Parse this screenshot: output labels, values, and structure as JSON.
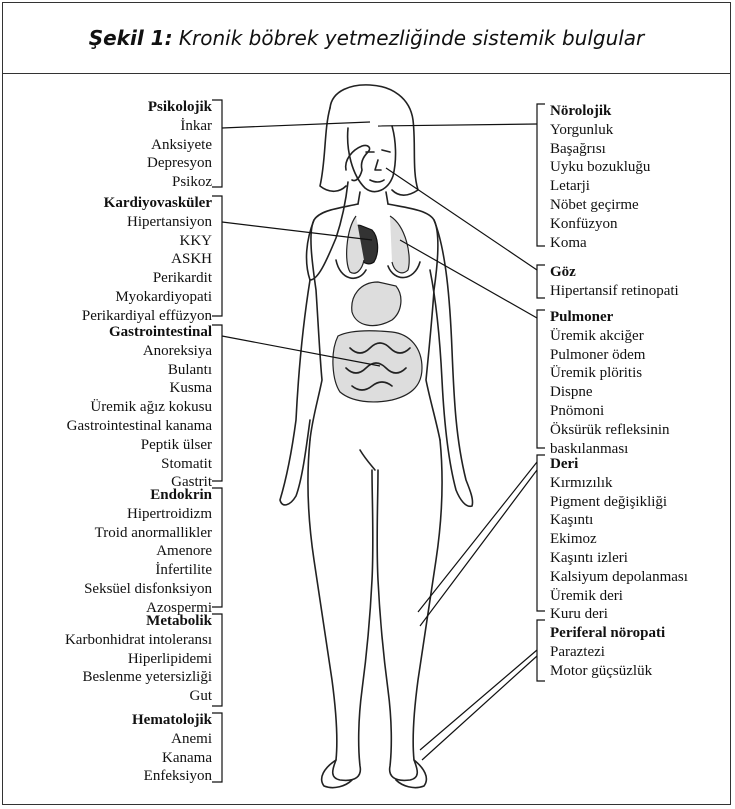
{
  "caption": {
    "label": "Şekil 1:",
    "text": "Kronik böbrek yetmezliğinde sistemik bulgular"
  },
  "left": [
    {
      "title": "Psikolojik",
      "items": [
        "İnkar",
        "Anksiyete",
        "Depresyon",
        "Psikoz"
      ]
    },
    {
      "title": "Kardiyovasküler",
      "items": [
        "Hipertansiyon",
        "KKY",
        "ASKH",
        "Perikardit",
        "Myokardiyopati",
        "Perikardiyal effüzyon"
      ]
    },
    {
      "title": "Gastrointestinal",
      "items": [
        "Anoreksiya",
        "Bulantı",
        "Kusma",
        "Üremik ağız kokusu",
        "Gastrointestinal kanama",
        "Peptik ülser",
        "Stomatit",
        "Gastrit"
      ]
    },
    {
      "title": "Endokrin",
      "items": [
        "Hipertroidizm",
        "Troid anormallikler",
        "Amenore",
        "İnfertilite",
        "Seksüel disfonksiyon",
        "Azospermi"
      ]
    },
    {
      "title": "Metabolik",
      "items": [
        "Karbonhidrat intoleransı",
        "Hiperlipidemi",
        "Beslenme yetersizliği",
        "Gut"
      ]
    },
    {
      "title": "Hematolojik",
      "items": [
        "Anemi",
        "Kanama",
        "Enfeksiyon"
      ]
    }
  ],
  "right": [
    {
      "title": "Nörolojik",
      "items": [
        "Yorgunluk",
        "Başağrısı",
        "Uyku bozukluğu",
        "Letarji",
        "Nöbet geçirme",
        "Konfüzyon",
        "Koma"
      ]
    },
    {
      "title": "Göz",
      "items": [
        "Hipertansif retinopati"
      ]
    },
    {
      "title": "Pulmoner",
      "items": [
        "Üremik akciğer",
        "Pulmoner ödem",
        "Üremik plöritis",
        "Dispne",
        "Pnömoni",
        "Öksürük refleksinin",
        "baskılanması"
      ]
    },
    {
      "title": "Deri",
      "items": [
        "Kırmızılık",
        "Pigment değişikliği",
        "Kaşıntı",
        "Ekimoz",
        "Kaşıntı izleri",
        "Kalsiyum depolanması",
        "Üremik deri",
        "Kuru deri"
      ]
    },
    {
      "title": "Periferal nöropati",
      "items": [
        "Paraztezi",
        "Motor güçsüzlük"
      ]
    }
  ]
}
